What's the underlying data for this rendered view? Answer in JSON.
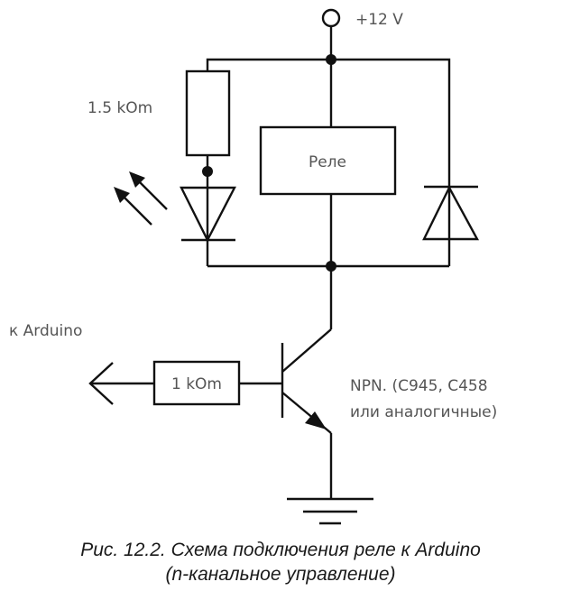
{
  "diagram": {
    "supply_label": "+12 V",
    "resistor_led_label": "1.5 kOm",
    "relay_label": "Реле",
    "arduino_label": "к Arduino",
    "resistor_base_label": "1 kOm",
    "transistor_label_line1": "NPN. (C945, C458",
    "transistor_label_line2": "или аналогичные)"
  },
  "caption": {
    "line1": "Рис. 12.2. Схема подключения реле к Arduino",
    "line2": "(n-канальное управление)"
  }
}
